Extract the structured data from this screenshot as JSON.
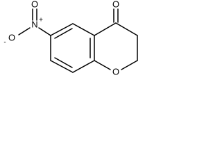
{
  "atoms": {
    "ketone_oxygen": "O",
    "ring_oxygen": "O",
    "nitro_nitrogen": "N",
    "nitro_nitrogen_charge": "+",
    "nitro_oxygen_top": "O",
    "nitro_oxygen_left": "O",
    "nitro_oxygen_left_charge": "-"
  },
  "colors": {
    "bond": "#000000",
    "label": "#000000",
    "background": "#ffffff"
  }
}
